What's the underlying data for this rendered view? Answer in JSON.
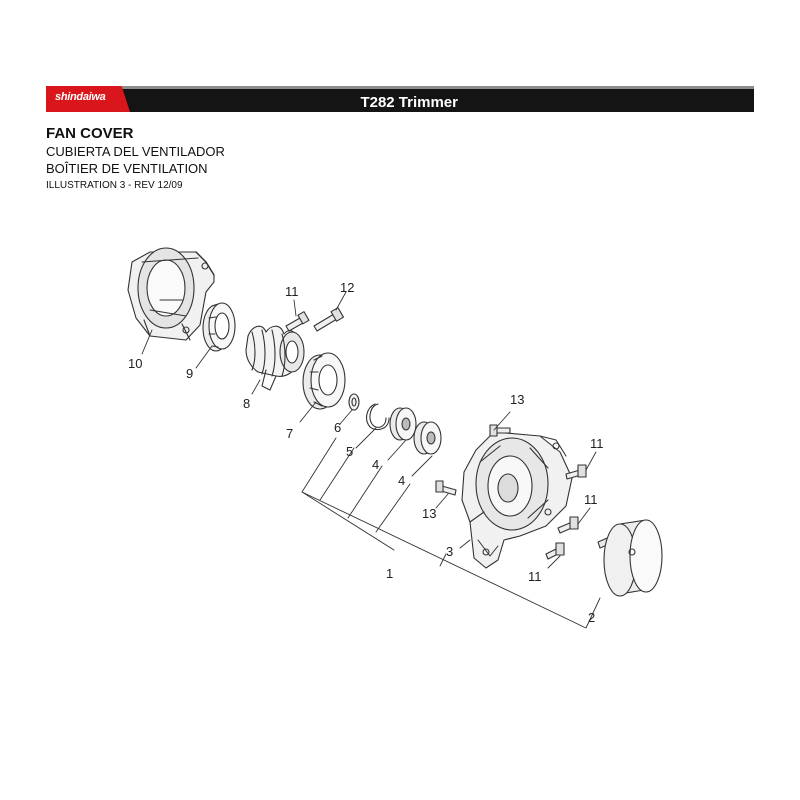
{
  "header": {
    "brand": "shindaiwa",
    "model": "T282 Trimmer",
    "colors": {
      "brand_red": "#d9161c",
      "bar": "#141414",
      "rule": "#8c8c8c"
    }
  },
  "section": {
    "title_en": "FAN COVER",
    "title_es": "CUBIERTA DEL VENTILADOR",
    "title_fr": "BOÎTIER DE VENTILATION",
    "illustration": "ILLUSTRATION 3 - REV 12/09"
  },
  "callouts": {
    "c10": "10",
    "c9": "9",
    "c8": "8",
    "c7": "7",
    "c6": "6",
    "c5": "5",
    "c4a": "4",
    "c4b": "4",
    "c3": "3",
    "c2": "2",
    "c1": "1",
    "c11a": "11",
    "c12": "12",
    "c13a": "13",
    "c13b": "13",
    "c11b": "11",
    "c11c": "11",
    "c11d": "11"
  },
  "parts": [
    "fan-cover-10",
    "nut-9",
    "spring-8",
    "nut-7",
    "washer-6",
    "snap-ring-5",
    "bearing-4",
    "fan-case-3",
    "drum-2",
    "bolt-11",
    "bolt-12",
    "bolt-13"
  ]
}
